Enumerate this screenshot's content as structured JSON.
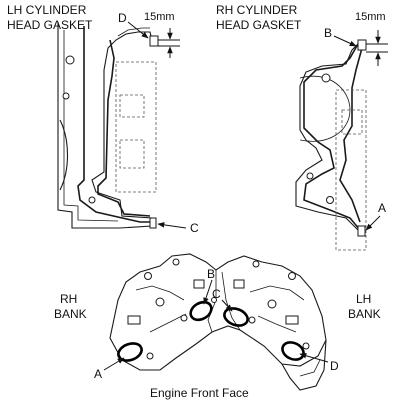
{
  "colors": {
    "ink": "#1a1a1a",
    "background": "#ffffff",
    "mark": "#000000"
  },
  "lh_panel": {
    "title_line1": "LH CYLINDER",
    "title_line2": "HEAD GASKET",
    "dimension": "15mm",
    "label_d": "D",
    "label_c": "C"
  },
  "rh_panel": {
    "title_line1": "RH CYLINDER",
    "title_line2": "HEAD GASKET",
    "dimension": "15mm",
    "label_b": "B",
    "label_a": "A"
  },
  "bottom": {
    "rh_bank_line1": "RH",
    "rh_bank_line2": "BANK",
    "lh_bank_line1": "LH",
    "lh_bank_line2": "BANK",
    "label_a": "A",
    "label_b": "B",
    "label_c": "C",
    "label_d": "D",
    "caption": "Engine Front Face"
  }
}
